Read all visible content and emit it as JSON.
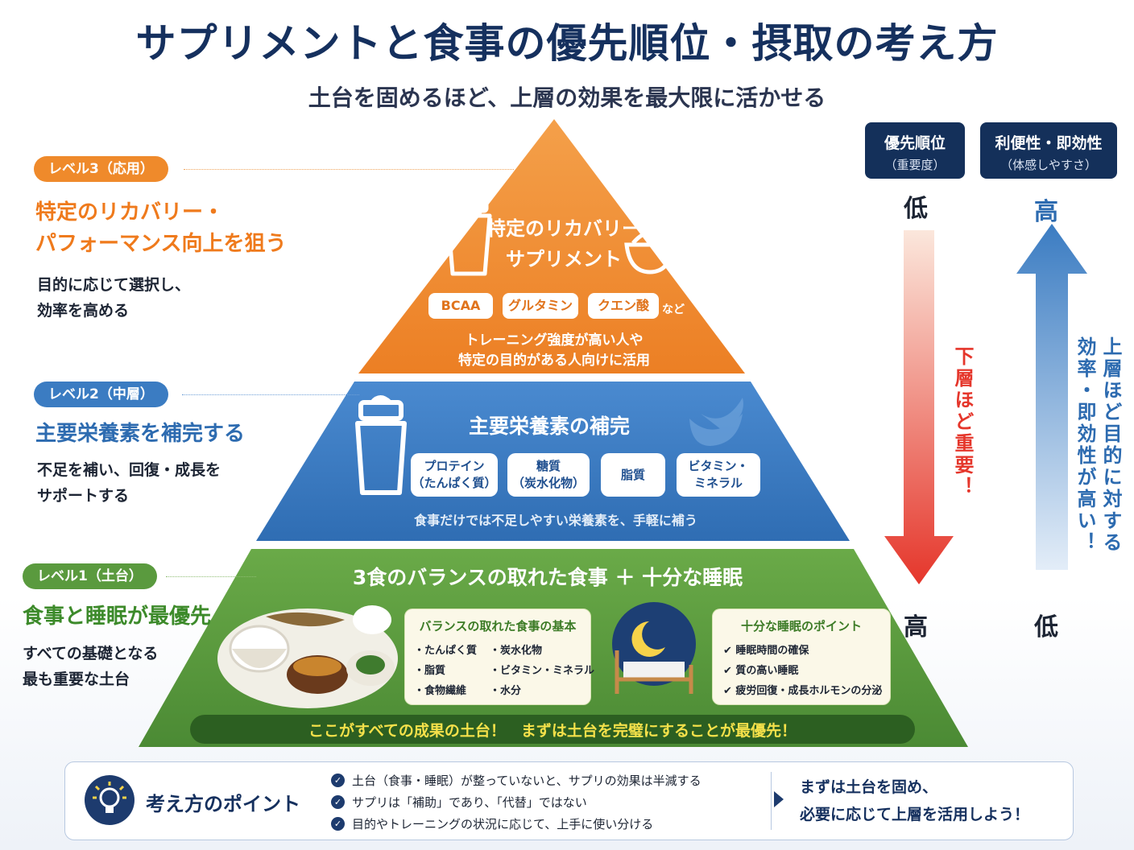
{
  "title": "サプリメントと食事の優先順位・摂取の考え方",
  "subtitle": "土台を固めるほど、上層の効果を最大限に活かせる",
  "colors": {
    "orange": "#ef8a2b",
    "blue": "#3b7cc2",
    "green": "#5a9a3e",
    "navy": "#14305a",
    "red": "#e5362b"
  },
  "levels": {
    "l3": {
      "tag": "レベル3（応用）",
      "head1": "特定のリカバリー・",
      "head2": "パフォーマンス向上を狙う",
      "desc1": "目的に応じて選択し、",
      "desc2": "効率を高める"
    },
    "l2": {
      "tag": "レベル2（中層）",
      "head": "主要栄養素を補完する",
      "desc1": "不足を補い、回復・成長を",
      "desc2": "サポートする"
    },
    "l1": {
      "tag": "レベル1（土台）",
      "head": "食事と睡眠が最優先",
      "desc1": "すべての基礎となる",
      "desc2": "最も重要な土台"
    }
  },
  "top": {
    "title1": "特定のリカバリー",
    "title2": "サプリメント",
    "chips": [
      "BCAA",
      "グルタミン",
      "クエン酸"
    ],
    "etc": "など",
    "note1": "トレーニング強度が高い人や",
    "note2": "特定の目的がある人向けに活用"
  },
  "mid": {
    "title": "主要栄養素の補完",
    "chips": [
      {
        "a": "プロテイン",
        "b": "（たんぱく質）"
      },
      {
        "a": "糖質",
        "b": "（炭水化物）"
      },
      {
        "a": "脂質",
        "b": ""
      },
      {
        "a": "ビタミン・",
        "b": "ミネラル"
      }
    ],
    "note": "食事だけでは不足しやすい栄養素を、手軽に補う"
  },
  "base": {
    "title": "3食のバランスの取れた食事 ＋ 十分な睡眠",
    "meal_box": {
      "title": "バランスの取れた食事の基本",
      "left": [
        "・たんぱく質",
        "・脂質",
        "・食物繊維"
      ],
      "right": [
        "・炭水化物",
        "・ビタミン・ミネラル",
        "・水分"
      ]
    },
    "sleep_box": {
      "title": "十分な睡眠のポイント",
      "items": [
        "✔ 睡眠時間の確保",
        "✔ 質の高い睡眠",
        "✔ 疲労回復・成長ホルモンの分泌"
      ]
    },
    "banner": "ここがすべての成果の土台！　まずは土台を完璧にすることが最優先！"
  },
  "right": {
    "priority": {
      "title": "優先順位",
      "sub": "（重要度）",
      "top": "低",
      "bottom": "高",
      "arrow_text": "下層ほど重要！"
    },
    "convenience": {
      "title": "利便性・即効性",
      "sub": "（体感しやすさ）",
      "top": "高",
      "bottom": "低",
      "arrow_text1": "上層ほど目的に対する",
      "arrow_text2": "効率・即効性が高い！"
    }
  },
  "footer": {
    "label": "考え方のポイント",
    "items": [
      "土台（食事・睡眠）が整っていないと、サプリの効果は半減する",
      "サプリは「補助」であり、「代替」ではない",
      "目的やトレーニングの状況に応じて、上手に使い分ける"
    ],
    "cta1": "まずは土台を固め、",
    "cta2": "必要に応じて上層を活用しよう！"
  }
}
